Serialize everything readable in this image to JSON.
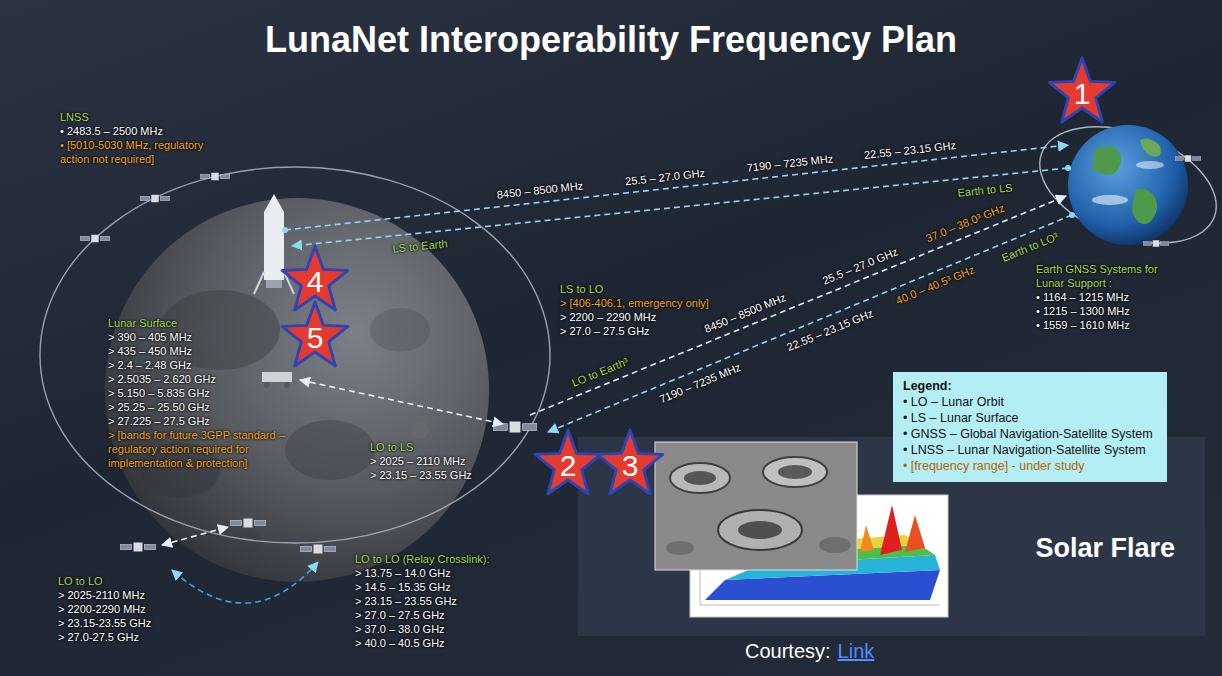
{
  "diagram": {
    "title": "LunaNet Interoperability Frequency Plan",
    "nodes": [
      {
        "text": [
          "1"
        ]
      },
      {
        "text": [
          "4"
        ]
      },
      {
        "text": [
          "5"
        ]
      },
      {
        "text": [
          "Legend:",
          "• LO – Lunar Orbit",
          "• LS – Lunar Surface",
          "• GNSS – Global Navigation-Satellite System",
          "• LNSS – Lunar Navigation-Satellite System",
          "• [frequency range] - under study"
        ]
      },
      {
        "text": [
          "2"
        ]
      },
      {
        "text": [
          "3"
        ]
      },
      {
        "text": [
          "Solar Flare"
        ]
      }
    ],
    "labels": [
      "LNSS",
      "• 2483.5 – 2500 MHz",
      "• [5010-5030 MHz, regulatory action not required]",
      "8450 – 8500 MHz",
      "25.5 – 27.0 GHz",
      "7190 – 7235 MHz",
      "22.55 – 23.15 GHz",
      "Earth to LS",
      "LS to Earth",
      "LS to LO",
      "> [406-406.1, emergency only]",
      "> 2200 – 2290 MHz",
      "> 27.0 – 27.5 GHz",
      "LO to Earth³",
      "8450 – 8500 MHz",
      "25.5 – 27.0 GHz",
      "37.0 – 38.0³ GHz",
      "7190 – 7235 MHz",
      "22.55 – 23.15 GHz",
      "40.0 – 40.5³ GHz",
      "Earth to LO³",
      "Earth GNSS Systems for Lunar Support :",
      "• 1164 – 1215 MHz",
      "• 1215 – 1300 MHz",
      "• 1559 – 1610 MHz",
      "Lunar Surface",
      "> 390 – 405 MHz",
      "> 435 – 450 MHz",
      "> 2.4 – 2.48 GHz",
      "> 2.5035 – 2.620 GHz",
      "> 5.150 – 5.835 GHz",
      "> 25.25 – 25.50 GHz",
      "> 27.225 – 27.5 GHz",
      "> [bands for future 3GPP standard – regulatory action required for implementation & protection]",
      "LO to LS",
      "> 2025 – 2110 MHz",
      "> 23.15 – 23.55 GHz",
      "LO to LO",
      "> 2025-2110 MHz",
      "> 2200-2290 MHz",
      "> 23.15-23.55 GHz",
      "> 27.0-27.5 GHz",
      "LO to LO (Relay Crosslink):",
      "> 13.75 – 14.0 GHz",
      "> 14.5 – 15.35 GHz",
      "> 23.15 – 23.55 GHz",
      "> 27.0 – 27.5 GHz",
      "> 37.0 – 38.0 GHz",
      "> 40.0 – 40.5 GHz",
      "Courtesy:",
      "Link"
    ]
  }
}
